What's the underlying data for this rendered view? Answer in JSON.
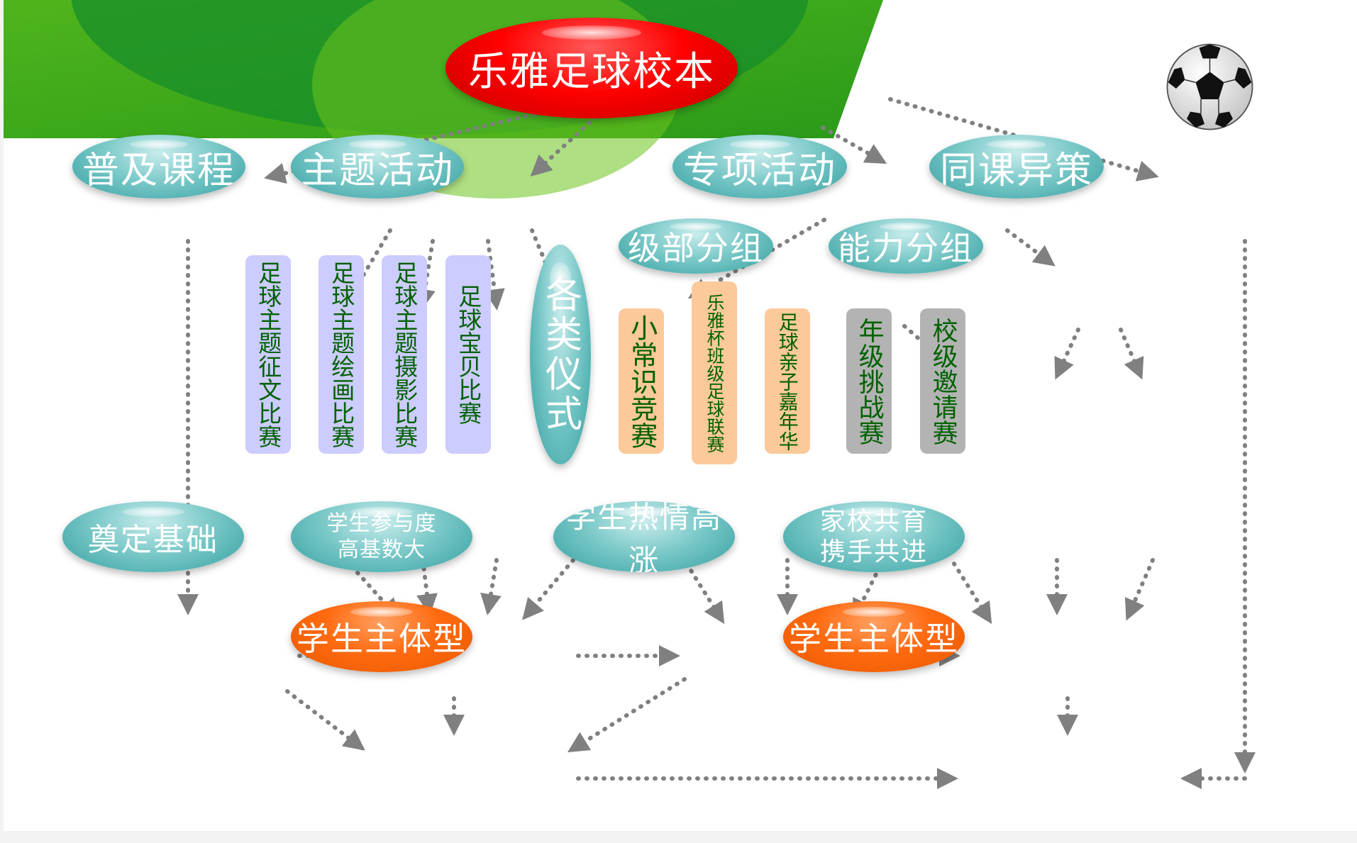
{
  "root": "乐雅足球校本",
  "level1": [
    "普及课程",
    "主题活动",
    "专项活动",
    "同课异策"
  ],
  "theme_items": [
    "足球主题征文比赛",
    "足球主题绘画比赛",
    "足球主题摄影比赛",
    "足球宝贝比赛"
  ],
  "ceremony": "各类仪式",
  "groups": [
    "级部分组",
    "能力分组"
  ],
  "group1_items": [
    "小常识竞赛",
    "乐雅杯班级足球联赛",
    "足球亲子嘉年华"
  ],
  "group2_items": [
    "年级挑战赛",
    "校级邀请赛"
  ],
  "results": [
    "奠定基础",
    "学生参与度高基数大",
    "学生热情高涨",
    "家校共育携手共进"
  ],
  "outcomes": [
    "学生主体型",
    "学生主体型"
  ],
  "colors": {
    "teal": "#5bb8b8",
    "red": "#ff0000",
    "orange": "#ff6a10",
    "lavender": "#ccccff",
    "peach": "#fcc99b",
    "gray": "#b3b3b3",
    "text_green": "#006100",
    "arrow": "#808080"
  },
  "icons": [
    "soccer-ball-icon"
  ]
}
